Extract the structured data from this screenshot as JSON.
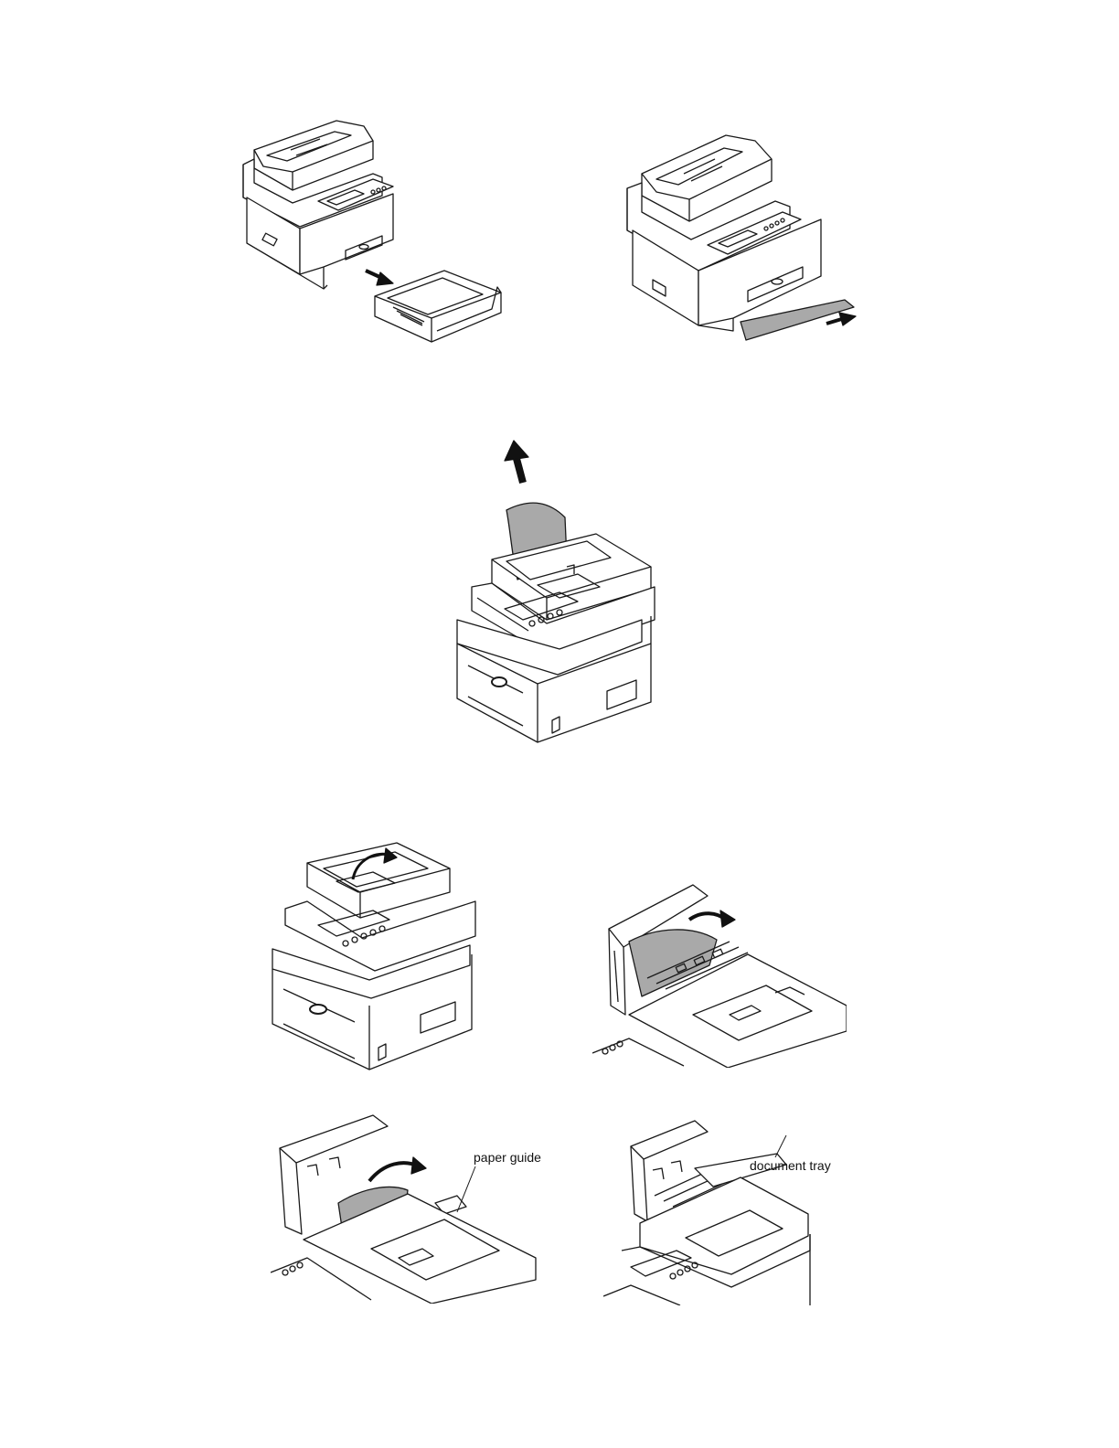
{
  "figures": [
    {
      "id": "remove-paper-tray",
      "icon": "printer-tray-removed-icon"
    },
    {
      "id": "pull-jammed-paper-front",
      "icon": "printer-paper-exit-icon"
    },
    {
      "id": "pull-paper-from-adf",
      "icon": "printer-adf-paper-up-icon"
    },
    {
      "id": "open-adf-cover",
      "icon": "printer-adf-cover-open-icon"
    },
    {
      "id": "remove-paper-adf-inside",
      "icon": "adf-inside-paper-icon"
    },
    {
      "id": "remove-paper-paper-guide",
      "icon": "adf-paper-guide-icon"
    },
    {
      "id": "remove-paper-document-tray",
      "icon": "adf-document-tray-icon"
    }
  ],
  "labels": {
    "paper_guide": "paper guide",
    "document_tray": "document tray"
  },
  "colors": {
    "line": "#1a1a1a",
    "paper": "#a9a9a9",
    "arrow": "#111111",
    "background": "#ffffff"
  }
}
